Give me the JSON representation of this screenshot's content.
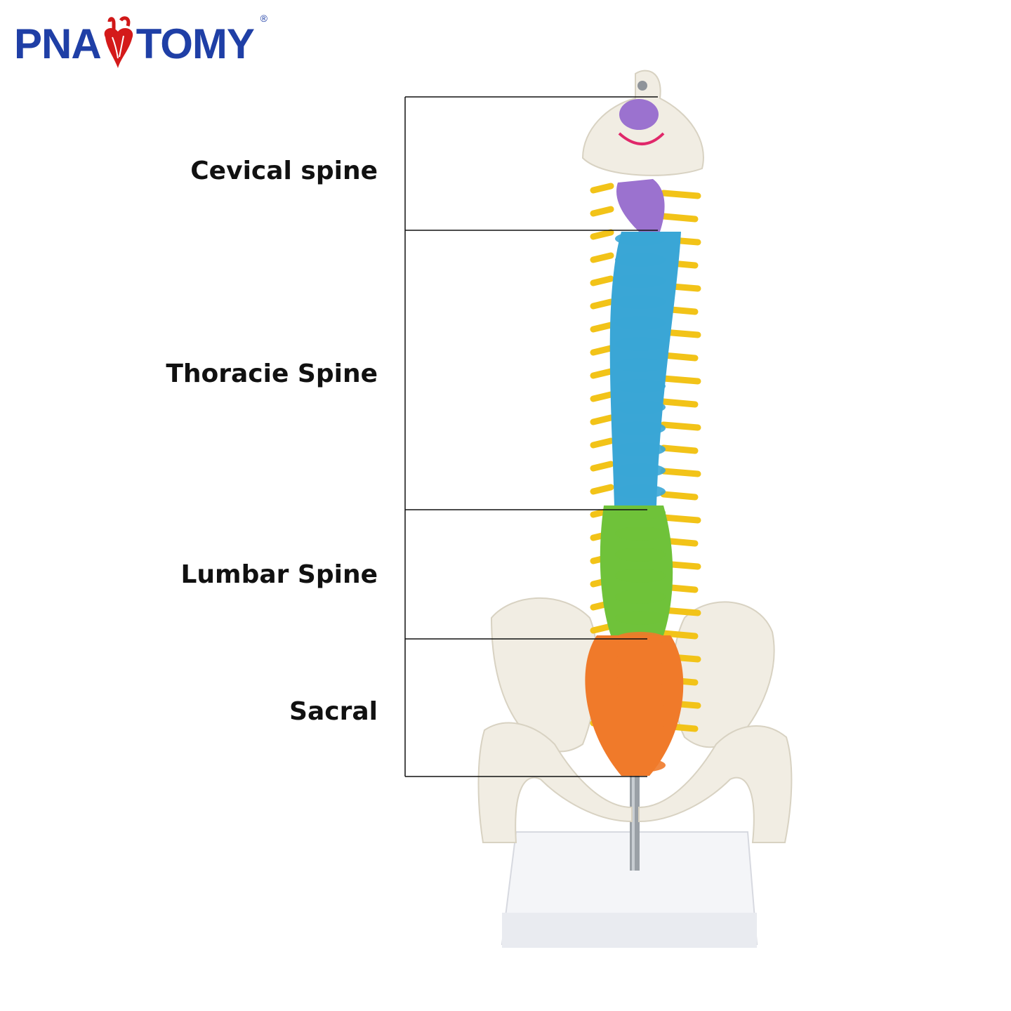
{
  "brand": {
    "logo_text_left": "PNA",
    "logo_text_right": "TOMY",
    "registered_mark": "®",
    "color": "#1f3fa6",
    "heart_icon": "anatomical-heart-icon"
  },
  "regions": [
    {
      "label": "Cevical spine",
      "color": "#9b72cf"
    },
    {
      "label": "Thoracie Spine",
      "color": "#3aa6d6"
    },
    {
      "label": "Lumbar Spine",
      "color": "#6fc23a"
    },
    {
      "label": "Sacral",
      "color": "#f07a2a"
    }
  ],
  "rib_color": "#f2c318",
  "bone_color": "#f3efe6"
}
